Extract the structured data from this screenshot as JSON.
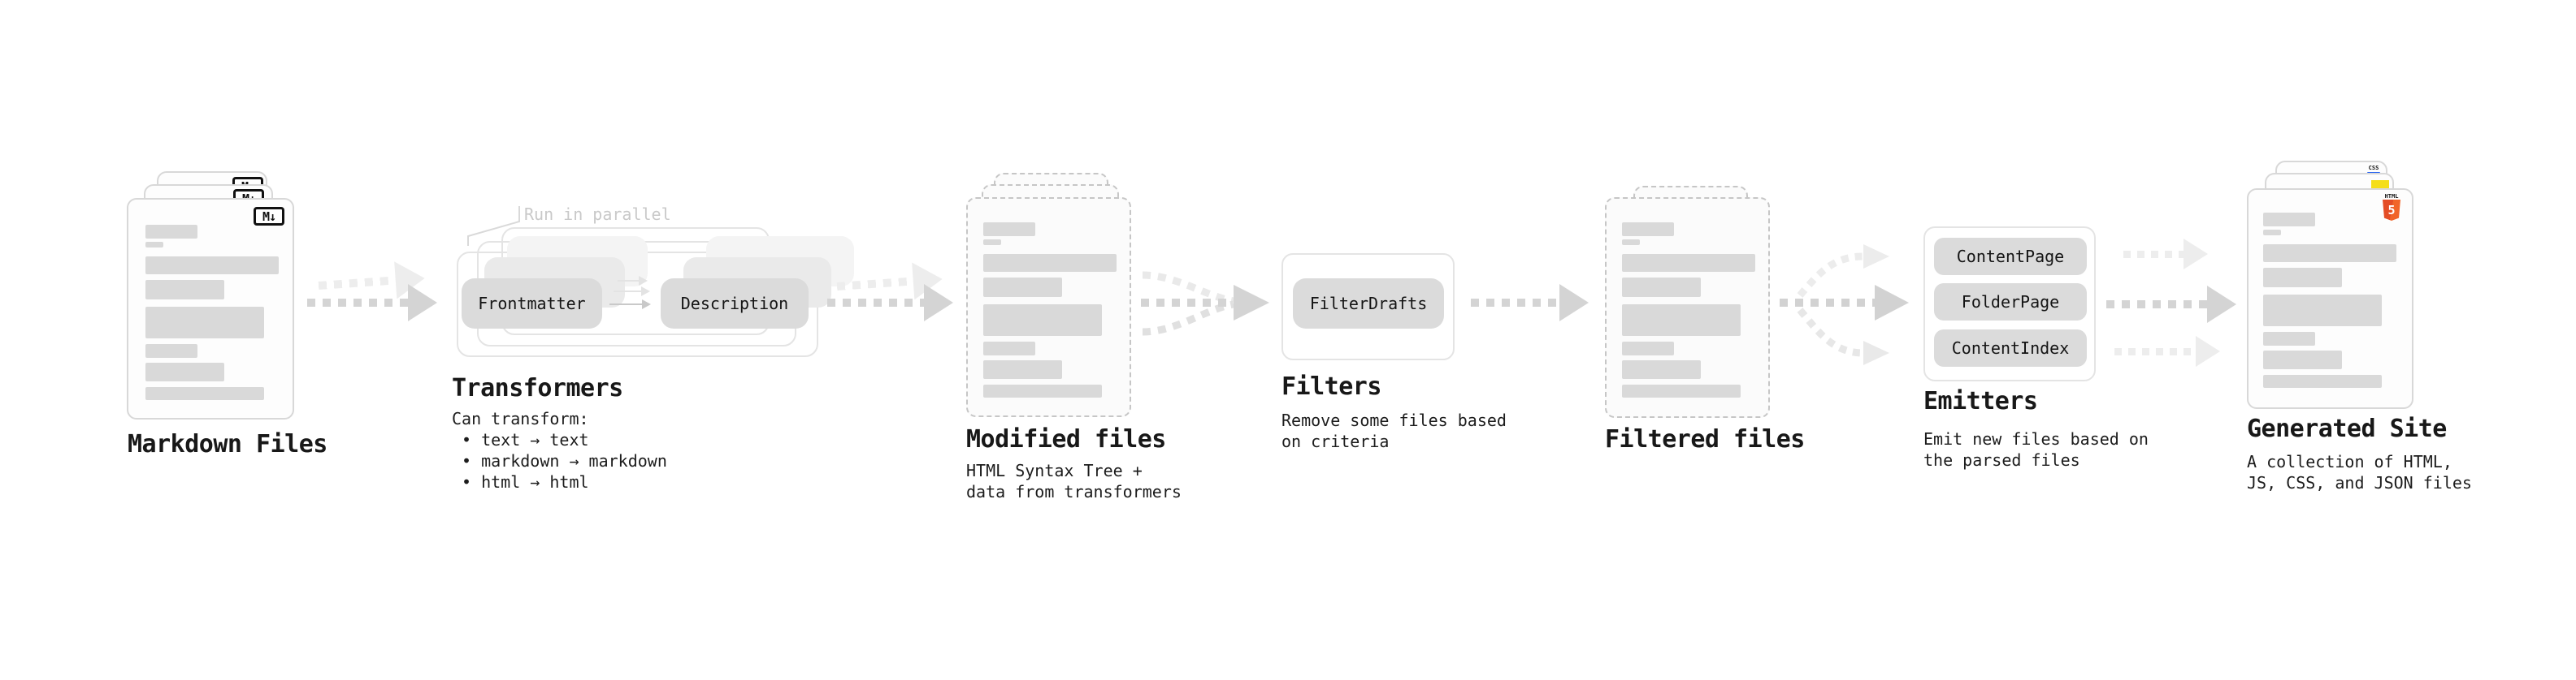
{
  "stages": {
    "markdown_files": {
      "label": "Markdown Files",
      "badge": "M↓"
    },
    "transformers": {
      "label": "Transformers",
      "annotation": "Run in parallel",
      "pill_a": "Frontmatter",
      "pill_b": "Description",
      "caption_title": "Can transform:",
      "bullets": [
        "• text → text",
        "• markdown → markdown",
        "• html → html"
      ]
    },
    "modified_files": {
      "label": "Modified files",
      "caption_line1": "HTML Syntax Tree +",
      "caption_line2": "data from transformers"
    },
    "filters": {
      "label": "Filters",
      "pill": "FilterDrafts",
      "caption_line1": "Remove some files based",
      "caption_line2": "on criteria"
    },
    "filtered_files": {
      "label": "Filtered files"
    },
    "emitters": {
      "label": "Emitters",
      "pill_1": "ContentPage",
      "pill_2": "FolderPage",
      "pill_3": "ContentIndex",
      "caption_line1": "Emit new files based on",
      "caption_line2": "the parsed files"
    },
    "generated_site": {
      "label": "Generated Site",
      "caption_line1": "A collection of HTML,",
      "caption_line2": "JS, CSS, and JSON files",
      "badge_css": "CSS",
      "badge_html": "HTML",
      "badge_html_5": "5"
    }
  },
  "colors": {
    "arrow": "#d4d4d4",
    "arrow_light": "#ededed",
    "pill_bg": "#dbdbdb",
    "card_border": "#d8d8d8",
    "dashed_border": "#c6c6c6",
    "bar_gray": "#d9d9d9",
    "annotation_gray": "#c9c9c9",
    "css_blue": "#2965f1",
    "js_yellow": "#f5de19",
    "html5_orange": "#e44d26",
    "text_dark": "#1a1a1a"
  }
}
